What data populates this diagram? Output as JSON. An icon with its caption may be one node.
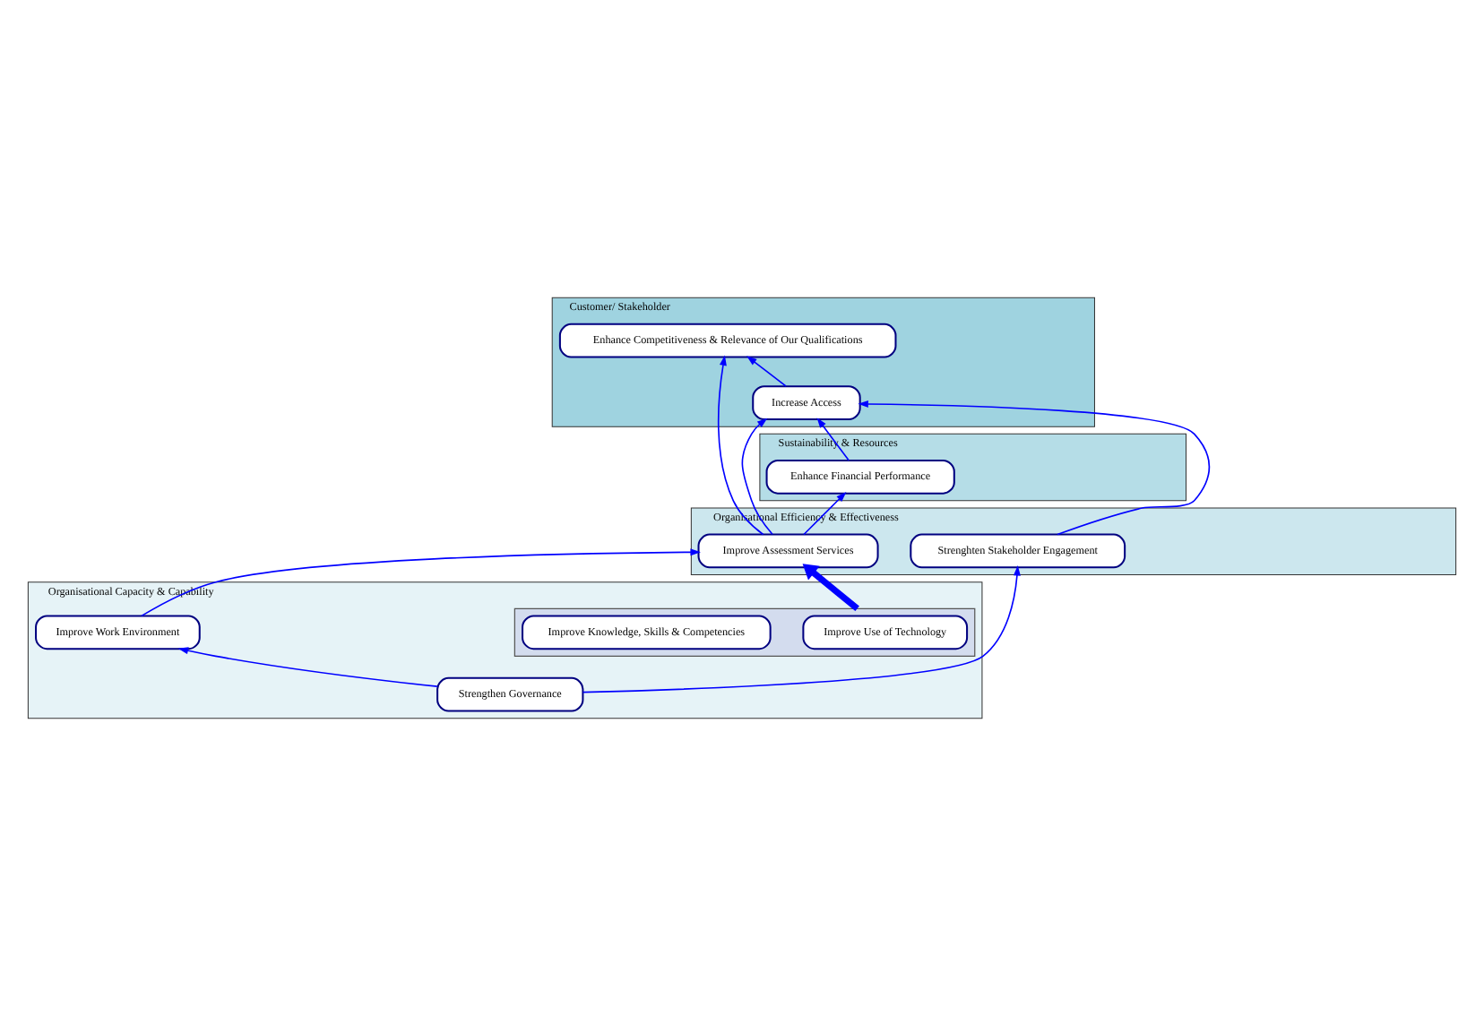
{
  "diagram": {
    "nodes": [
      {
        "text": [
          "Customer/ Stakeholder"
        ]
      },
      {
        "text": [
          "Enhance Competitiveness & Relevance of Our Qualifications"
        ],
        "in": 0
      },
      {
        "text": [
          "Increase Access"
        ],
        "in": 0
      },
      {
        "text": [
          "Sustainability & Resources"
        ]
      },
      {
        "text": [
          "Enhance Financial Performance"
        ],
        "in": 3
      },
      {
        "text": [
          "Organisational Efficiency & Effectiveness"
        ]
      },
      {
        "text": [
          "Improve Assessment Services"
        ],
        "in": 5
      },
      {
        "text": [
          "Strenghten Stakeholder Engagement"
        ],
        "in": 5
      },
      {
        "text": [
          "Organisational Capacity & Capability"
        ]
      },
      {
        "text": [],
        "shape": "box",
        "in": 8
      },
      {
        "text": [
          "Improve Use of Technology"
        ],
        "in": 9
      },
      {
        "text": [
          "Improve Knowledge, Skills & Competencies"
        ],
        "in": 9
      },
      {
        "text": [
          "Improve Work Environment"
        ],
        "in": 8
      },
      {
        "text": [
          "Strengthen Governance"
        ],
        "in": 8
      }
    ],
    "edges": [
      {
        "from": 2,
        "to": 1,
        "arrow": "to"
      },
      {
        "from": 4,
        "to": 2,
        "arrow": "to"
      },
      {
        "from": 6,
        "to": 4,
        "arrow": "to"
      },
      {
        "from": 6,
        "to": 1,
        "arrow": "to"
      },
      {
        "from": 6,
        "to": 2,
        "arrow": "to"
      },
      {
        "from": 7,
        "to": 2,
        "arrow": "to"
      },
      {
        "from": 9,
        "to": 6,
        "arrow": "to",
        "style": "thick"
      },
      {
        "from": 12,
        "to": 6,
        "arrow": "to"
      },
      {
        "from": 13,
        "to": 12,
        "arrow": "to"
      },
      {
        "from": 13,
        "to": 7,
        "arrow": "to"
      }
    ]
  }
}
